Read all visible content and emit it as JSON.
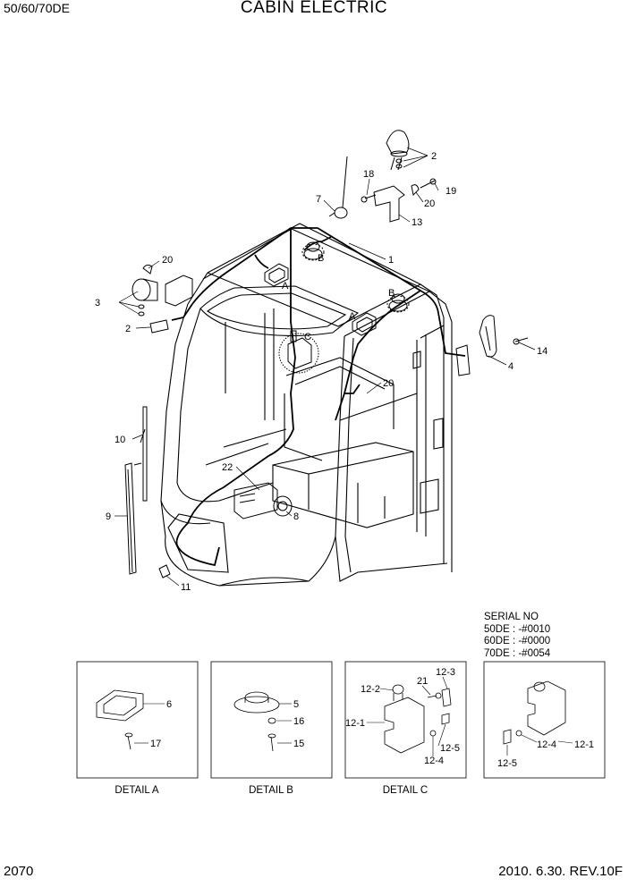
{
  "header": {
    "model": "50/60/70DE",
    "title": "CABIN ELECTRIC"
  },
  "footer": {
    "page": "2070",
    "revision": "2010. 6.30.  REV.10F"
  },
  "serial": [
    "SERIAL NO",
    "50DE : -#0010",
    "60DE : -#0000",
    "70DE : -#0054"
  ],
  "details": [
    {
      "caption": "DETAIL A",
      "parts": [
        "6",
        "17"
      ]
    },
    {
      "caption": "DETAIL B",
      "parts": [
        "5",
        "16",
        "15"
      ]
    },
    {
      "caption": "DETAIL C",
      "parts": [
        "12-3",
        "21",
        "12-2",
        "12-1",
        "12-5",
        "12-4"
      ]
    },
    {
      "caption": "",
      "parts": [
        "12-4",
        "12-1",
        "12-5"
      ]
    }
  ],
  "main_labels": [
    "2",
    "18",
    "19",
    "20",
    "7",
    "13",
    "1",
    "20",
    "3",
    "B",
    "A",
    "B",
    "A",
    "C",
    "2",
    "14",
    "4",
    "20",
    "10",
    "22",
    "9",
    "8",
    "11"
  ]
}
